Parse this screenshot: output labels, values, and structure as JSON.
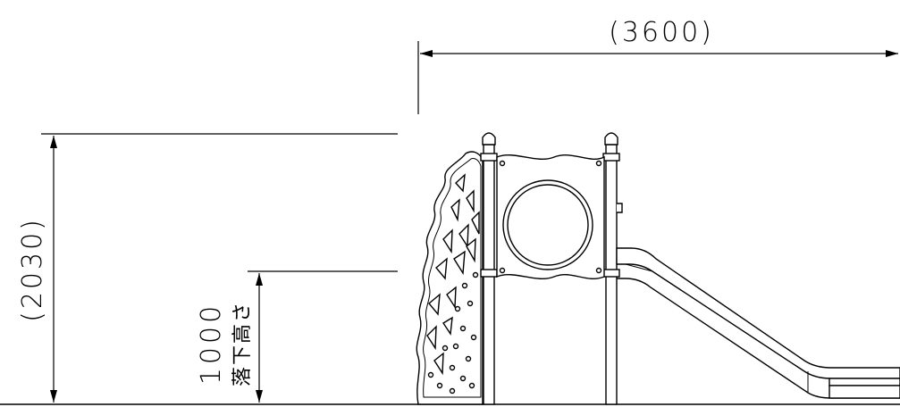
{
  "dimensions": {
    "width_label": "(3600)",
    "height_label": "(2030)",
    "fall_height_value": "1000",
    "fall_height_label": "落下高さ"
  },
  "colors": {
    "line": "#000000",
    "background": "#ffffff"
  }
}
